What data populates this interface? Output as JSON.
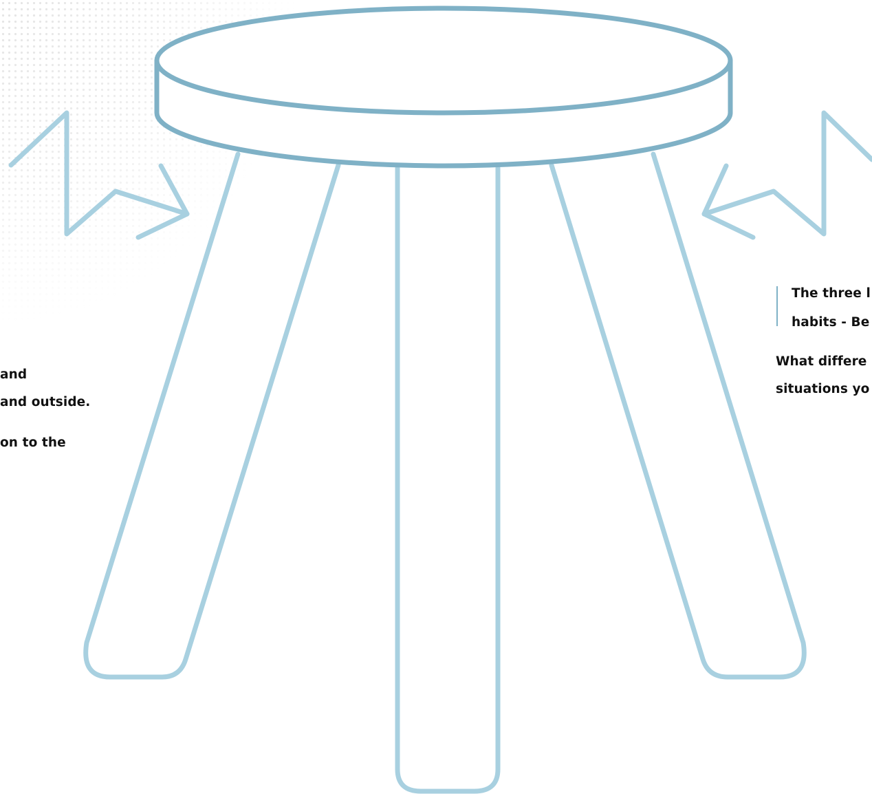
{
  "colors": {
    "seat": "#7fb1c6",
    "legs": "#a8d0e0",
    "arrows": "#a8d0e0",
    "dots": "#e9e9e9",
    "text": "#111111",
    "quote_bar": "#7fb1c6"
  },
  "icons": {
    "left_arrow": "zigzag-arrow-icon",
    "right_arrow": "zigzag-arrow-icon",
    "stool": "three-legged-stool-illustration"
  },
  "left_text": {
    "line1": "and",
    "line2": "and outside.",
    "line3": "on to the"
  },
  "right_text": {
    "quote_line1": "The three l",
    "quote_line2": "habits - Be",
    "line1": "What differe",
    "line2": "situations yo"
  }
}
